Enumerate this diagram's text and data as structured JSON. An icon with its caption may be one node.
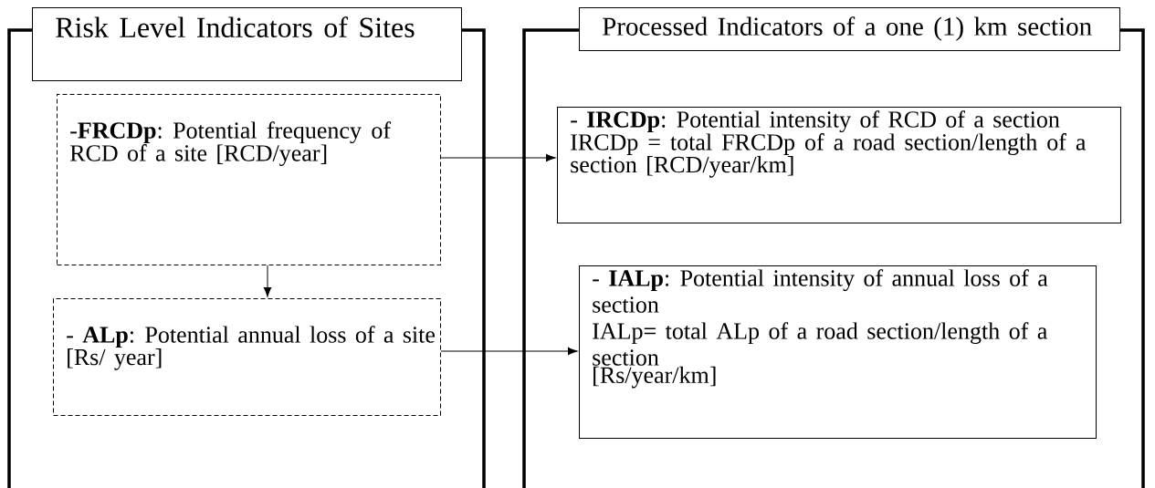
{
  "diagram": {
    "nodes": [
      {
        "text": [
          "Risk Level Indicators of Sites"
        ]
      },
      {
        "text": [
          "-**FRCDp**: Potential frequency of RCD of a site [RCD/year]"
        ],
        "in": 0
      },
      {
        "text": [
          "- **ALp**: Potential annual loss of a site [Rs/ year]"
        ],
        "in": 0
      },
      {
        "text": [
          "Processed Indicators of a one (1) km section"
        ]
      },
      {
        "text": [
          "- **IRCDp**: Potential intensity of RCD of a section",
          "IRCDp = total FRCDp of a road section/length of a section [RCD/year/km]"
        ],
        "in": 3
      },
      {
        "text": [
          "- **IALp**: Potential intensity of annual loss of a section",
          "IALp= total ALp of a road section/length of a section",
          "[Rs/year/km]"
        ],
        "in": 3
      }
    ],
    "edges": [
      {
        "from": 1,
        "to": 4,
        "arrow": "to"
      },
      {
        "from": 2,
        "to": 5,
        "arrow": "to"
      },
      {
        "from": 1,
        "to": 2,
        "arrow": "to"
      }
    ]
  }
}
